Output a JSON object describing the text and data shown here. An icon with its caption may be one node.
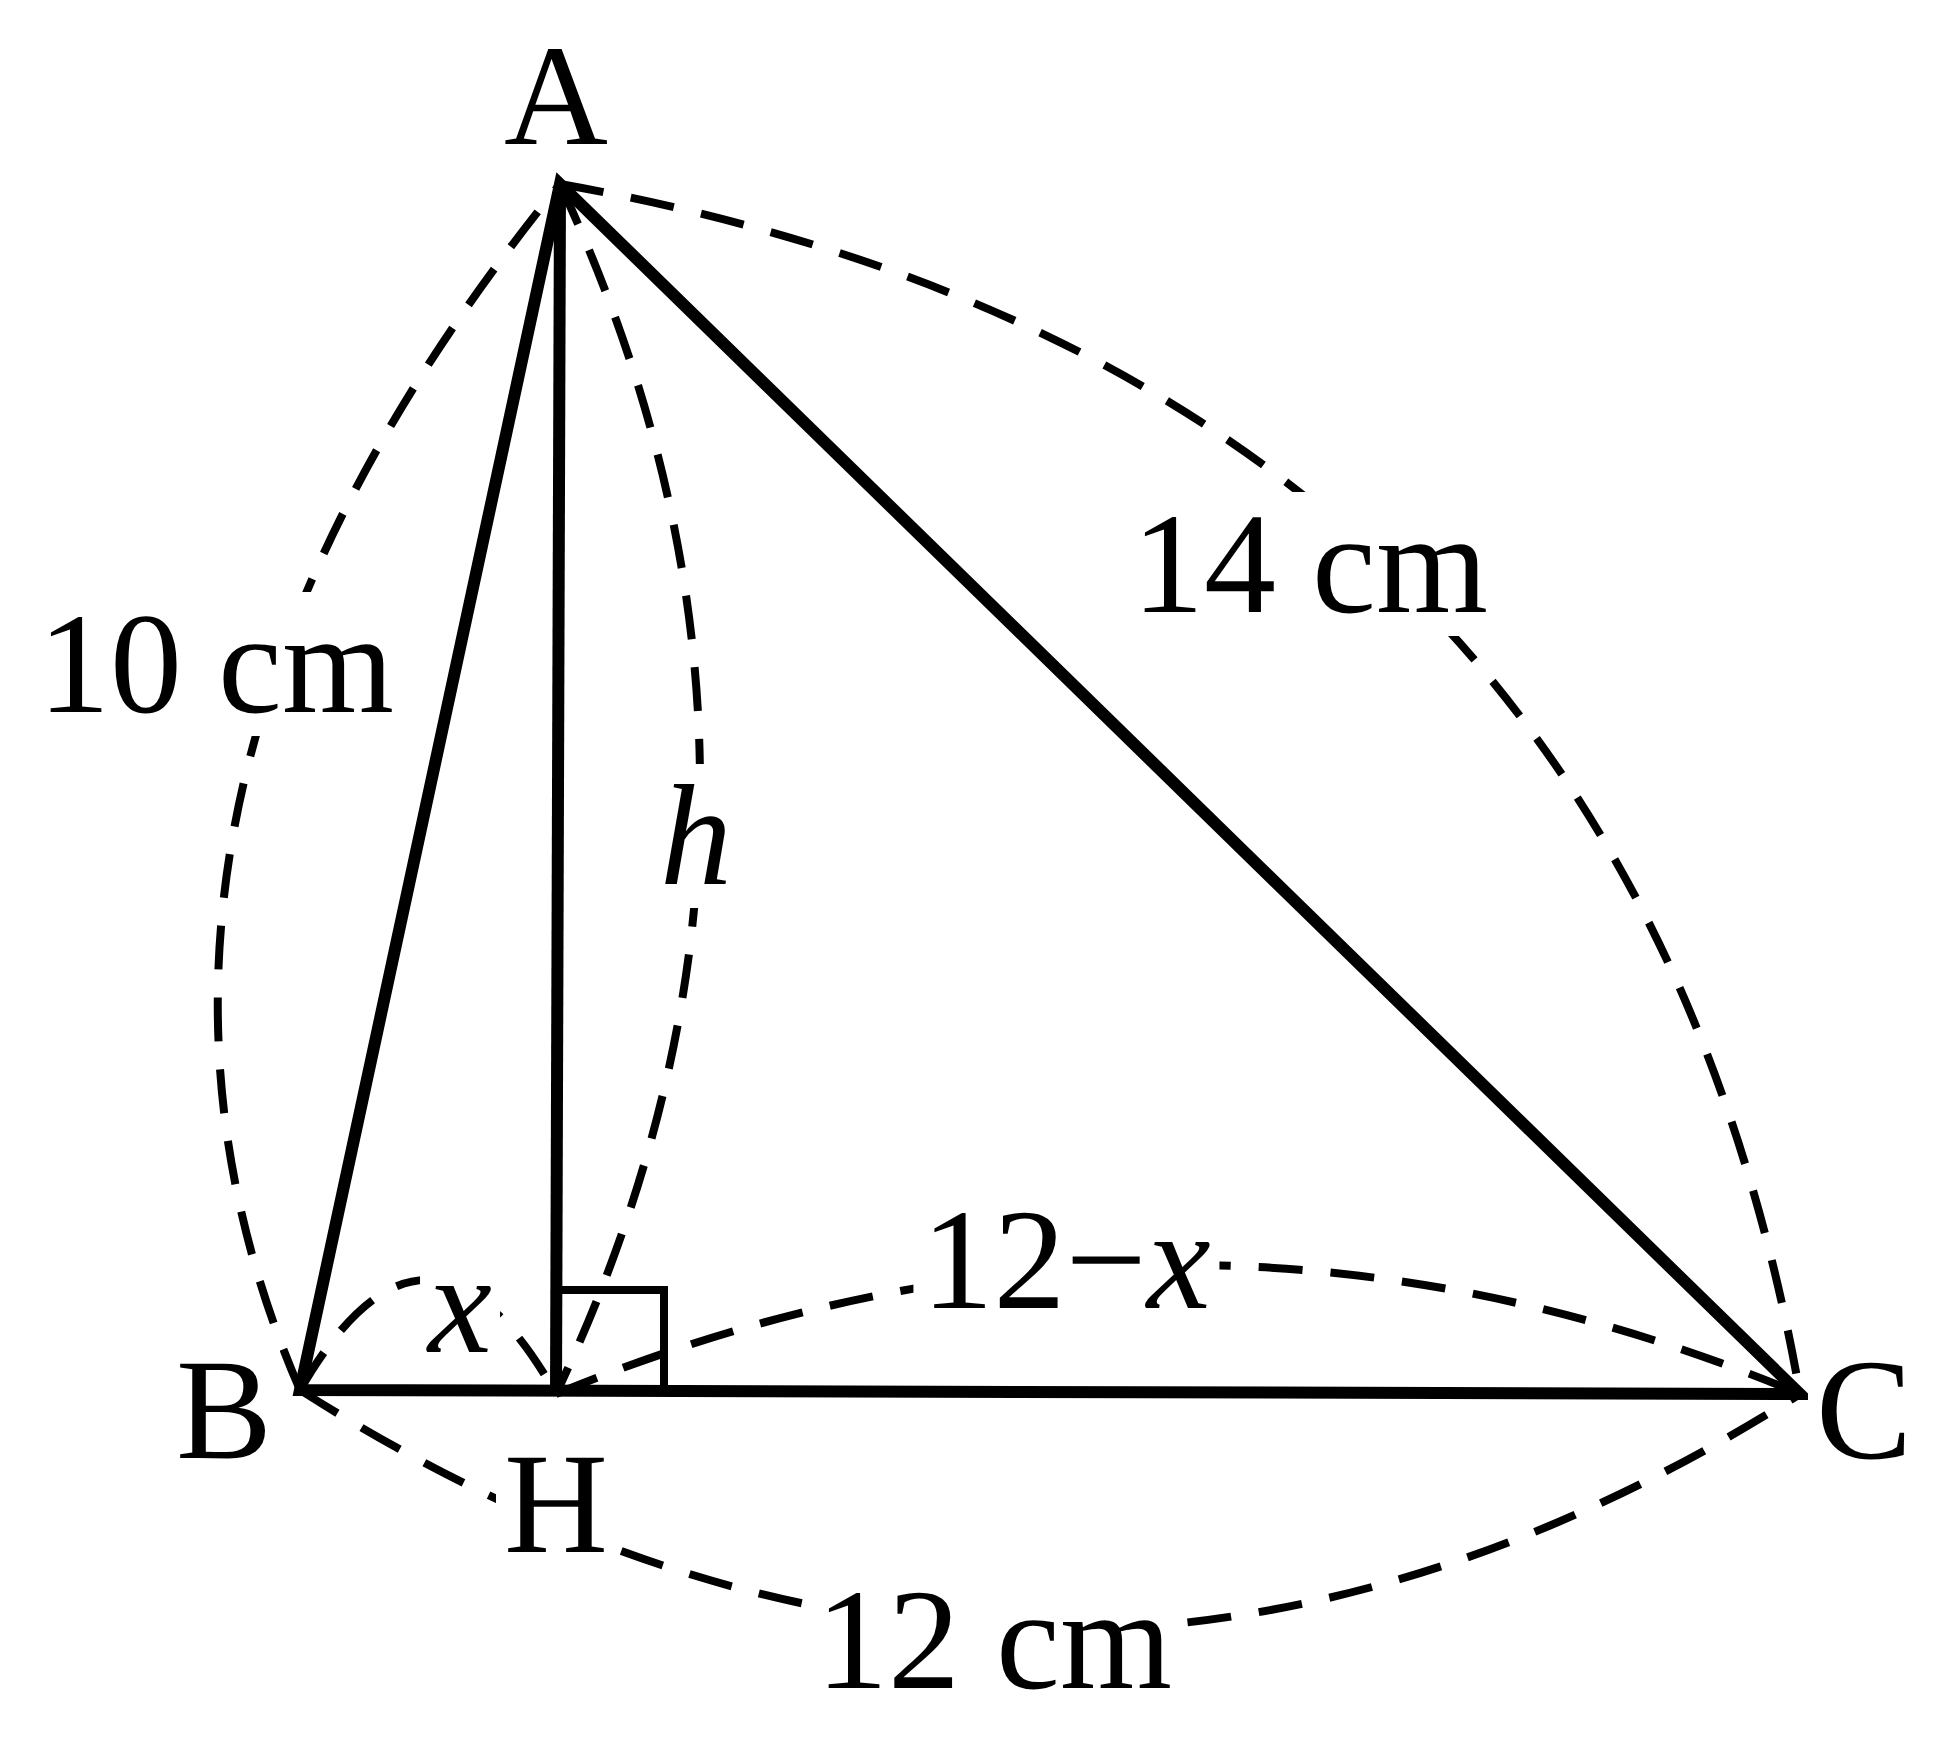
{
  "diagram": {
    "labels": [
      "A",
      "10 cm",
      "14 cm",
      "h",
      "x",
      "12−*x*",
      "B",
      "H",
      "C",
      "12 cm"
    ]
  }
}
